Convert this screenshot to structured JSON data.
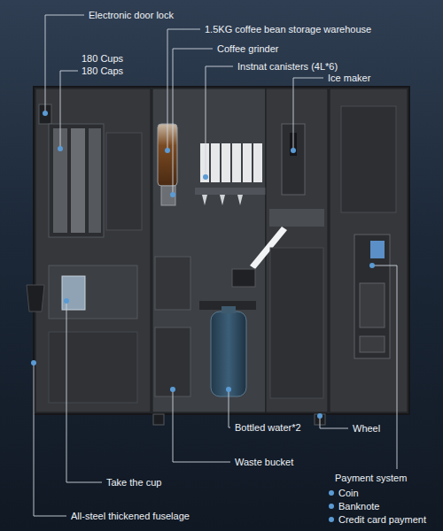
{
  "diagram": {
    "labels": [
      "Electronic door lock",
      "1.5KG coffee bean storage warehouse",
      "Coffee grinder",
      "Instnat canisters (4L*6)",
      "Ice maker",
      "180 Cups",
      "180 Caps",
      "Wheel",
      "Bottled water*2",
      "Waste bucket",
      "Payment system",
      "Coin",
      "Banknote",
      "Credit card payment",
      "Take the cup",
      "All-steel thickened fuselage"
    ]
  }
}
